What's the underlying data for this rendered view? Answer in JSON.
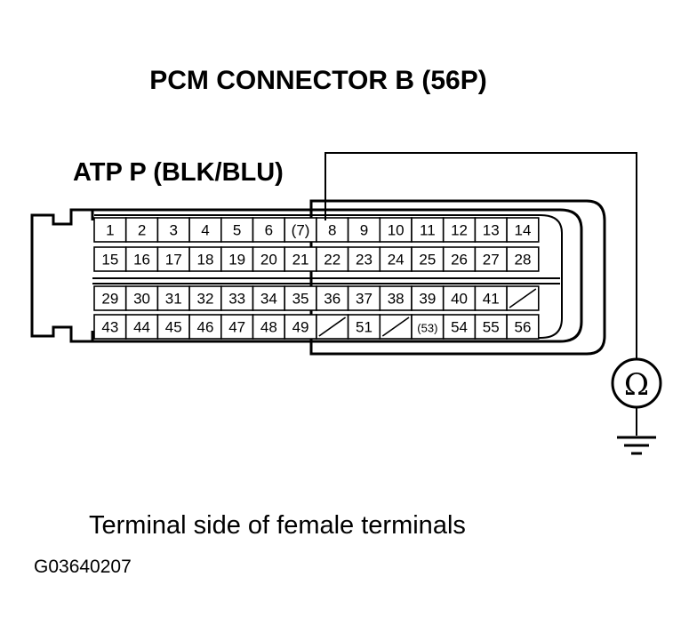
{
  "title": "PCM CONNECTOR B (56P)",
  "wire_label": "ATP P (BLK/BLU)",
  "caption": "Terminal side of female terminals",
  "figure_code": "G03640207",
  "meter_symbol": "Ω",
  "meter_icon": "ohmmeter-icon",
  "ground_icon": "ground-icon",
  "rows": [
    [
      "1",
      "2",
      "3",
      "4",
      "5",
      "6",
      "(7)",
      "8",
      "9",
      "10",
      "11",
      "12",
      "13",
      "14"
    ],
    [
      "15",
      "16",
      "17",
      "18",
      "19",
      "20",
      "21",
      "22",
      "23",
      "24",
      "25",
      "26",
      "27",
      "28"
    ],
    [
      "29",
      "30",
      "31",
      "32",
      "33",
      "34",
      "35",
      "36",
      "37",
      "38",
      "39",
      "40",
      "41",
      "/"
    ],
    [
      "43",
      "44",
      "45",
      "46",
      "47",
      "48",
      "49",
      "/",
      "51",
      "/",
      "(53)",
      "54",
      "55",
      "56"
    ]
  ]
}
